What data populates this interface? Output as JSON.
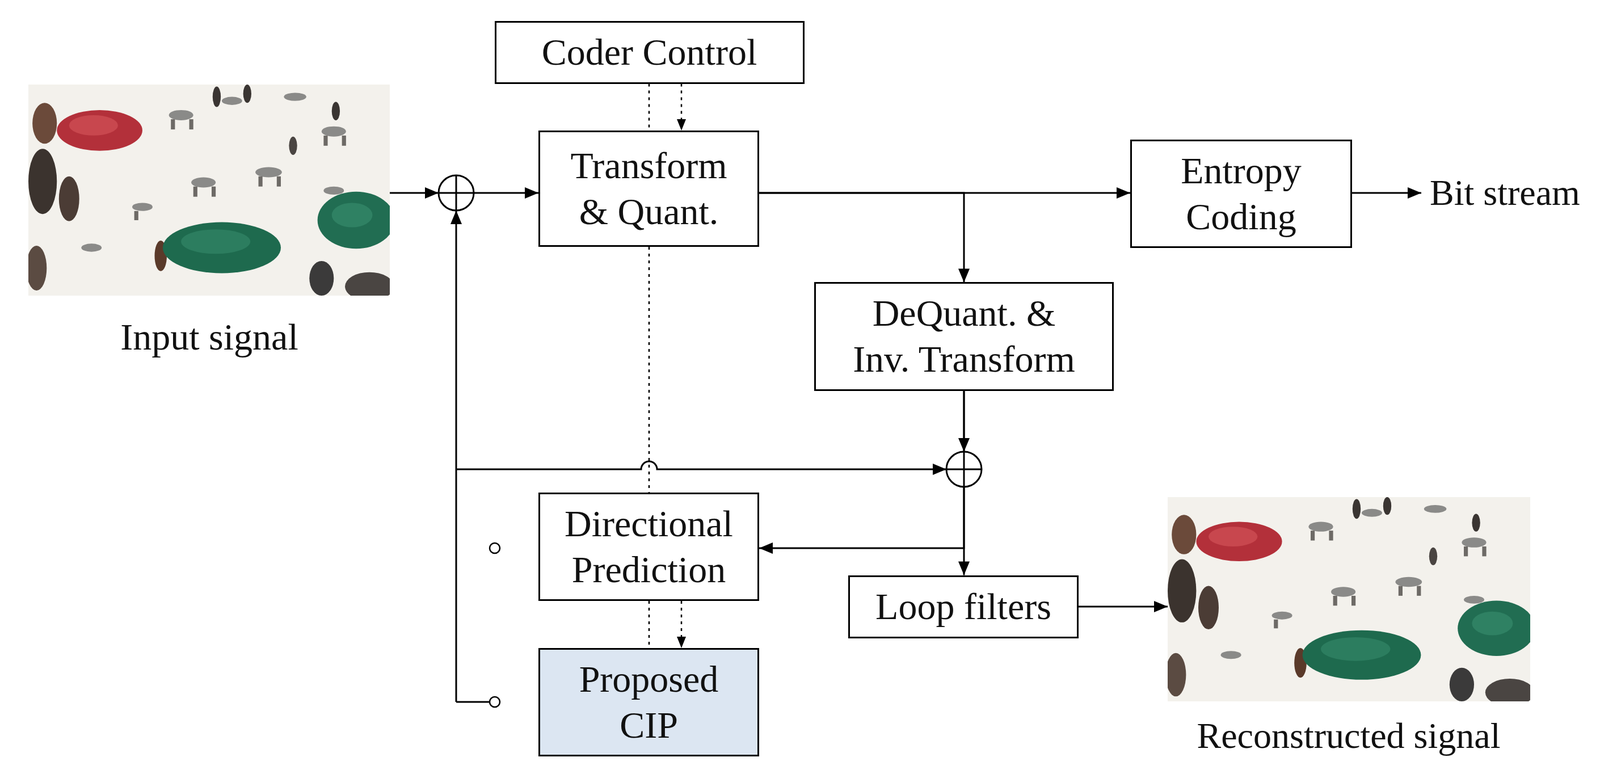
{
  "diagram": {
    "nodes": [
      {
        "text": [
          "Coder Control"
        ]
      },
      {
        "text": [
          "Transform & Quant."
        ]
      },
      {
        "text": [
          "Entropy Coding"
        ]
      },
      {
        "text": [
          "DeQuant. & Inv. Transform"
        ]
      },
      {
        "text": [
          "Directional Prediction"
        ]
      },
      {
        "text": [
          "Loop filters"
        ]
      },
      {
        "text": [
          "Proposed CIP"
        ]
      }
    ],
    "edges": [
      {
        "from": 0,
        "to": 1,
        "arrow": "none"
      },
      {
        "from": 0,
        "to": 1,
        "arrow": "to"
      },
      {
        "from": 1,
        "to": 2,
        "arrow": "to"
      },
      {
        "from": 1,
        "to": 3,
        "arrow": "to"
      },
      {
        "from": 1,
        "to": 4,
        "arrow": "none"
      },
      {
        "from": 3,
        "to": 4,
        "arrow": "to"
      },
      {
        "from": 3,
        "to": 5,
        "arrow": "to"
      },
      {
        "from": 4,
        "to": 6,
        "arrow": "none"
      },
      {
        "from": 4,
        "to": 6,
        "arrow": "to"
      }
    ],
    "labels": [
      "Input signal",
      "Bit stream",
      "Reconstructed signal"
    ]
  }
}
